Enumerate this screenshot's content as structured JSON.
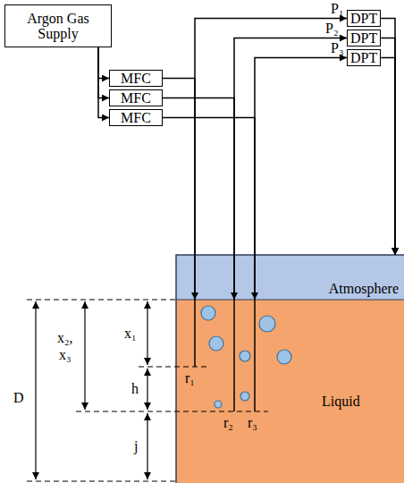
{
  "diagram": {
    "nodes": [
      {
        "text": [
          "Argon Gas Supply"
        ]
      },
      {
        "text": [
          "DPT"
        ]
      },
      {
        "text": [
          "DPT"
        ]
      },
      {
        "text": [
          "DPT"
        ]
      },
      {
        "text": [
          "MFC"
        ]
      },
      {
        "text": [
          "MFC"
        ]
      },
      {
        "text": [
          "MFC"
        ]
      },
      {
        "text": [
          "Atmosphere"
        ]
      },
      {
        "text": [
          "Liquid"
        ]
      }
    ],
    "edges": [
      {
        "from": 0,
        "to": 4,
        "arrow": "to"
      },
      {
        "from": 0,
        "to": 5,
        "arrow": "to"
      },
      {
        "from": 0,
        "to": 6,
        "arrow": "to"
      },
      {
        "from": 4,
        "to": 8,
        "arrow": "to"
      },
      {
        "from": 5,
        "to": 8,
        "arrow": "to"
      },
      {
        "from": 6,
        "to": 8,
        "arrow": "to"
      },
      {
        "from": 8,
        "to": 1,
        "arrow": "to"
      },
      {
        "from": 8,
        "to": 2,
        "arrow": "to"
      },
      {
        "from": 8,
        "to": 3,
        "arrow": "to"
      },
      {
        "from": 1,
        "to": 7,
        "arrow": "to"
      },
      {
        "from": 2,
        "to": 7,
        "arrow": "to"
      },
      {
        "from": 3,
        "to": 7,
        "arrow": "to"
      }
    ],
    "labels": [
      "P₁",
      "P₂",
      "P₃",
      "x₁",
      "x₂,",
      "x₃",
      "h",
      "r₁",
      "D",
      "j",
      "r₂",
      "r₃"
    ]
  }
}
